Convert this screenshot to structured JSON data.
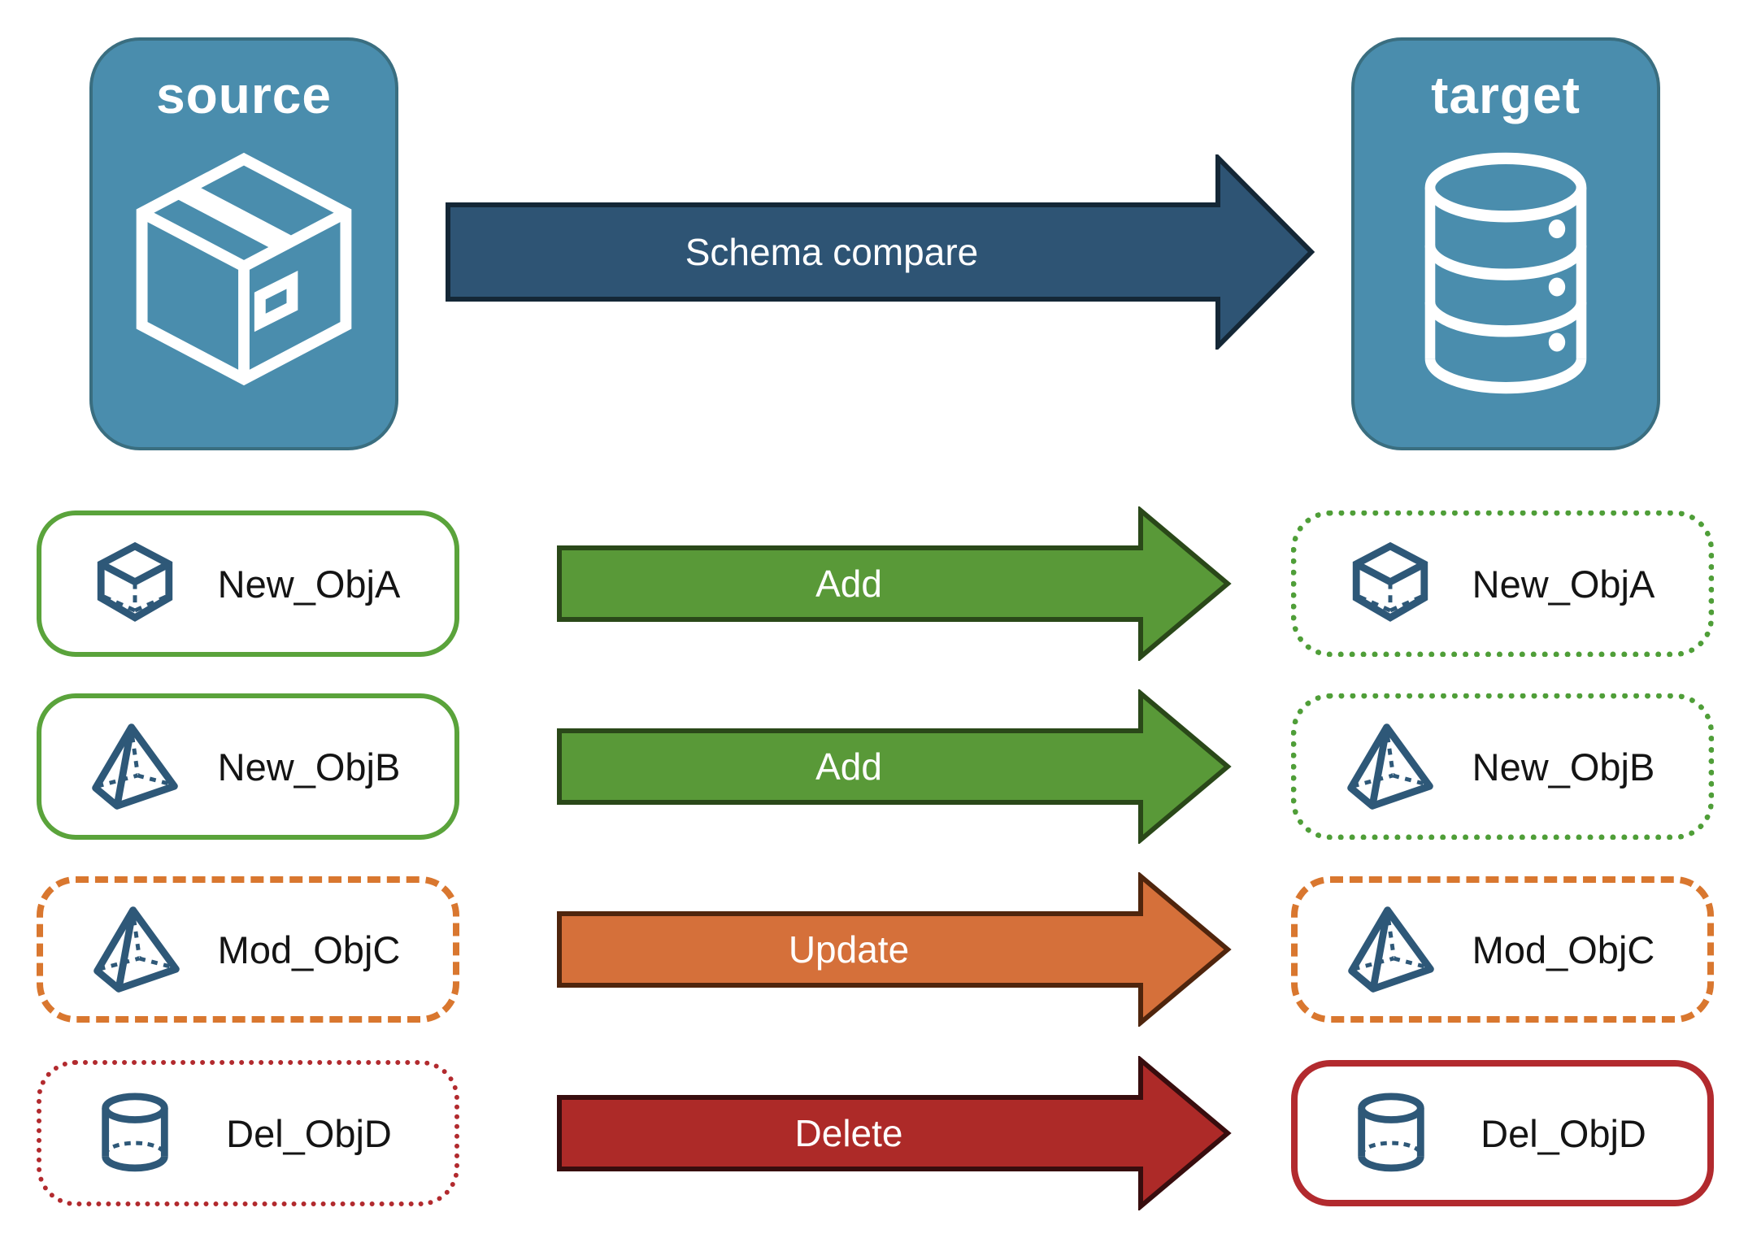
{
  "source_node": {
    "title": "source",
    "icon": "package-icon"
  },
  "target_node": {
    "title": "target",
    "icon": "database-icon"
  },
  "compare_arrow": {
    "label": "Schema compare"
  },
  "rows": [
    {
      "name": "New_ObjA",
      "action": "Add",
      "icon": "cube-icon",
      "source_border": "solid-green",
      "target_border": "dotted-green"
    },
    {
      "name": "New_ObjB",
      "action": "Add",
      "icon": "pyramid-icon",
      "source_border": "solid-green",
      "target_border": "dotted-green"
    },
    {
      "name": "Mod_ObjC",
      "action": "Update",
      "icon": "pyramid-icon",
      "source_border": "dashed-orange",
      "target_border": "dashed-orange"
    },
    {
      "name": "Del_ObjD",
      "action": "Delete",
      "icon": "cylinder-icon",
      "source_border": "dotted-red",
      "target_border": "solid-red"
    }
  ],
  "colors": {
    "node_fill": "#4a8dad",
    "node_border": "#3a6e80",
    "compare_arrow_fill": "#2e5474",
    "add_arrow_fill": "#599938",
    "update_arrow_fill": "#d5703a",
    "delete_arrow_fill": "#ad2a28",
    "green_border": "#5aa33b",
    "orange_border": "#d9772f",
    "red_border": "#b22a2e",
    "icon_stroke": "#2e5878",
    "label_text": "#141414",
    "arrow_text": "#ffffff"
  }
}
